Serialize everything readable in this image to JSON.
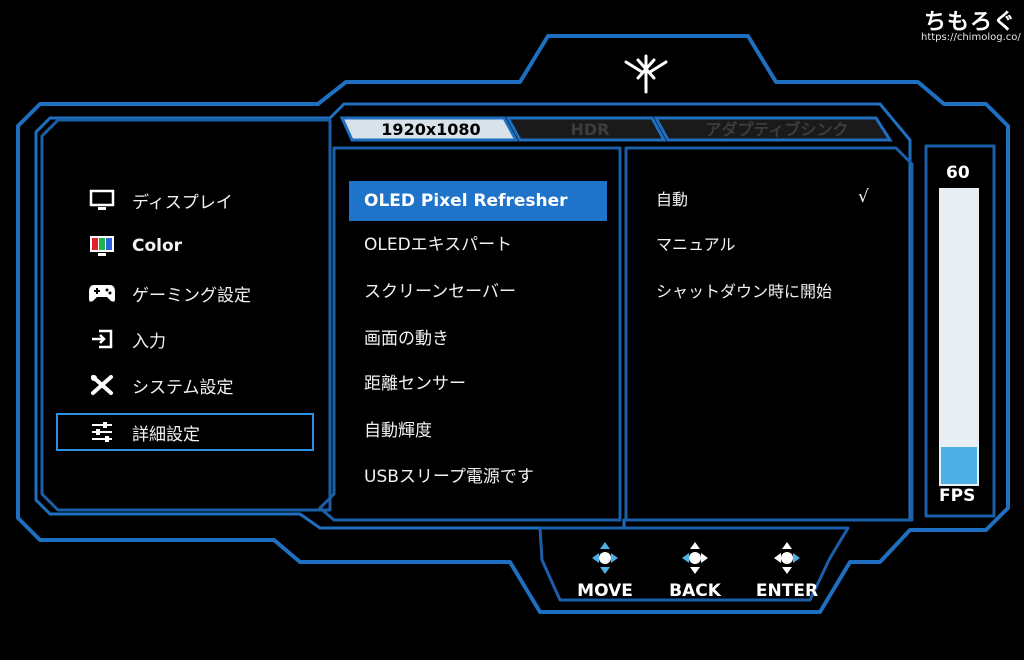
{
  "watermark": {
    "title": "ちもろぐ",
    "url": "https://chimolog.co/"
  },
  "colors": {
    "frame": "#1e6fc0",
    "frame_light": "#2f8fe0",
    "selection": "#1f73c8",
    "fps_fill": "#4fb0e6"
  },
  "tabs": [
    {
      "label": "1920x1080",
      "state": "active"
    },
    {
      "label": "HDR",
      "state": "inactive"
    },
    {
      "label": "アダプティブシンク",
      "state": "inactive"
    }
  ],
  "nav": {
    "items": [
      {
        "label": "ディスプレイ",
        "icon": "monitor-icon"
      },
      {
        "label": "Color",
        "icon": "color-bars-icon"
      },
      {
        "label": "ゲーミング設定",
        "icon": "gamepad-icon"
      },
      {
        "label": "入力",
        "icon": "input-icon"
      },
      {
        "label": "システム設定",
        "icon": "tools-icon"
      },
      {
        "label": "詳細設定",
        "icon": "sliders-icon"
      }
    ],
    "selected_index": 5
  },
  "submenu": {
    "items": [
      "OLED Pixel Refresher",
      "OLEDエキスパート",
      "スクリーンセーバー",
      "画面の動き",
      "距離センサー",
      "自動輝度",
      "USBスリープ電源です"
    ],
    "selected_index": 0
  },
  "options": {
    "items": [
      "自動",
      "マニュアル",
      "シャットダウン時に開始"
    ],
    "checked_index": 0,
    "check_mark": "√"
  },
  "fps": {
    "value": "60",
    "label": "FPS",
    "fill_fraction": 0.13
  },
  "buttons": [
    {
      "label": "MOVE",
      "icon": "dpad-all-icon"
    },
    {
      "label": "BACK",
      "icon": "dpad-back-icon"
    },
    {
      "label": "ENTER",
      "icon": "dpad-enter-icon"
    }
  ]
}
